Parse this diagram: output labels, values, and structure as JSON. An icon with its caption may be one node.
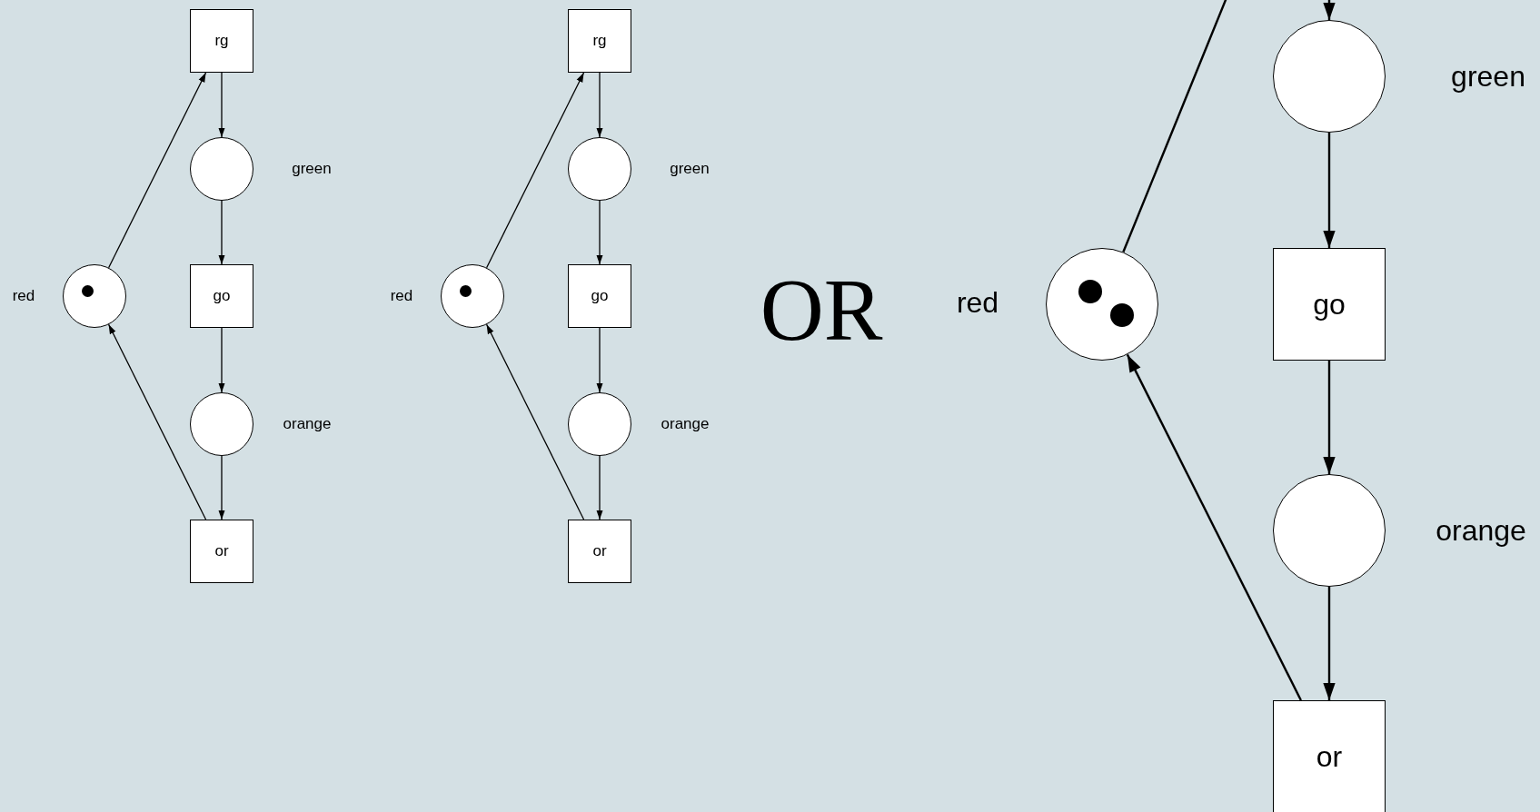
{
  "diagram": {
    "nodes": [
      {
        "text": [
          "rg"
        ]
      },
      {
        "text": [],
        "shape": "circle",
        "beside": [
          "green"
        ]
      },
      {
        "text": [],
        "shape": "circle",
        "beside": [
          "red"
        ]
      },
      {
        "text": [
          "go"
        ]
      },
      {
        "text": [],
        "shape": "circle",
        "beside": [
          "orange"
        ]
      },
      {
        "text": [
          "or"
        ]
      },
      {
        "text": [
          "rg"
        ]
      },
      {
        "text": [],
        "shape": "circle",
        "beside": [
          "green"
        ]
      },
      {
        "text": [],
        "shape": "circle",
        "beside": [
          "red"
        ]
      },
      {
        "text": [
          "go"
        ]
      },
      {
        "text": [],
        "shape": "circle",
        "beside": [
          "orange"
        ]
      },
      {
        "text": [
          "or"
        ]
      },
      {
        "text": [],
        "shape": "circle",
        "beside": [
          "green"
        ]
      },
      {
        "text": [],
        "shape": "circle",
        "beside": [
          "red"
        ]
      },
      {
        "text": [
          "go"
        ]
      },
      {
        "text": [],
        "shape": "circle",
        "beside": [
          "orange"
        ]
      },
      {
        "text": [
          "or"
        ]
      }
    ],
    "edges": [
      {
        "from": 0,
        "to": 1,
        "arrow": "to"
      },
      {
        "from": 1,
        "to": 3,
        "arrow": "to"
      },
      {
        "from": 3,
        "to": 4,
        "arrow": "to"
      },
      {
        "from": 4,
        "to": 5,
        "arrow": "to"
      },
      {
        "from": 5,
        "to": 2,
        "arrow": "to"
      },
      {
        "from": 2,
        "to": 0,
        "arrow": "to"
      },
      {
        "from": 6,
        "to": 7,
        "arrow": "to"
      },
      {
        "from": 7,
        "to": 9,
        "arrow": "to"
      },
      {
        "from": 9,
        "to": 10,
        "arrow": "to"
      },
      {
        "from": 10,
        "to": 11,
        "arrow": "to"
      },
      {
        "from": 11,
        "to": 8,
        "arrow": "to"
      },
      {
        "from": 8,
        "to": 6,
        "arrow": "to"
      },
      {
        "from": null,
        "to": 12,
        "arrow": "to"
      },
      {
        "from": 12,
        "to": 14,
        "arrow": "to"
      },
      {
        "from": 14,
        "to": 15,
        "arrow": "to"
      },
      {
        "from": 15,
        "to": 16,
        "arrow": "to"
      },
      {
        "from": 16,
        "to": 13,
        "arrow": "to"
      },
      {
        "from": 13,
        "to": null,
        "arrow": "none"
      }
    ],
    "labels": [
      "OR"
    ]
  }
}
